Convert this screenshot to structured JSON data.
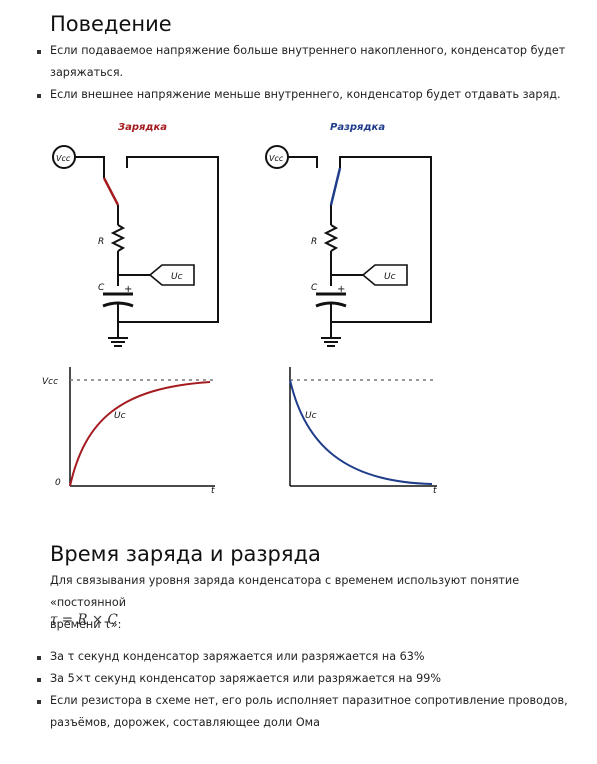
{
  "section1": {
    "title": "Поведение",
    "bullets": [
      {
        "line1": "Если подаваемое напряжение больше внутреннего накопленного, конденсатор будет",
        "line2": "заряжаться."
      },
      {
        "line1": "Если внешнее напряжение меньше внутреннего, конденсатор будет отдавать заряд."
      }
    ]
  },
  "figure": {
    "left": {
      "caption": "Зарядка",
      "source_label": "Vcc",
      "resistor_label": "R",
      "cap_label": "C",
      "plus_label": "+",
      "probe_label": "Uc"
    },
    "right": {
      "caption": "Разрядка",
      "source_label": "Vcc",
      "resistor_label": "R",
      "cap_label": "C",
      "plus_label": "+",
      "probe_label": "Uc"
    },
    "graph_left": {
      "y_top_label": "Vcc",
      "origin_label": "0",
      "curve_label": "Uc",
      "x_label": "t"
    },
    "graph_right": {
      "curve_label": "Uc",
      "x_label": "t"
    },
    "colors": {
      "charge": "#a51c20",
      "discharge": "#1f3d8a",
      "line": "#111111",
      "dashed": "#777777"
    }
  },
  "section2": {
    "title": "Время заряда и разряда",
    "intro_line1": "Для связывания уровня заряда конденсатора с временем используют понятие «постоянной",
    "intro_line2": "времени τ»:",
    "formula": {
      "lhs": "τ",
      "eq": " = ",
      "r": "R",
      "times": " × ",
      "c": "C"
    },
    "bullets": [
      {
        "line1": "За τ секунд конденсатор заряжается или разряжается на 63%"
      },
      {
        "line1": "За 5×τ секунд конденсатор заряжается или разряжается на 99%"
      },
      {
        "line1": "Если резистора в схеме нет, его роль исполняет паразитное сопротивление проводов,",
        "line2": "разъёмов, дорожек, составляющее доли Ома"
      }
    ]
  }
}
